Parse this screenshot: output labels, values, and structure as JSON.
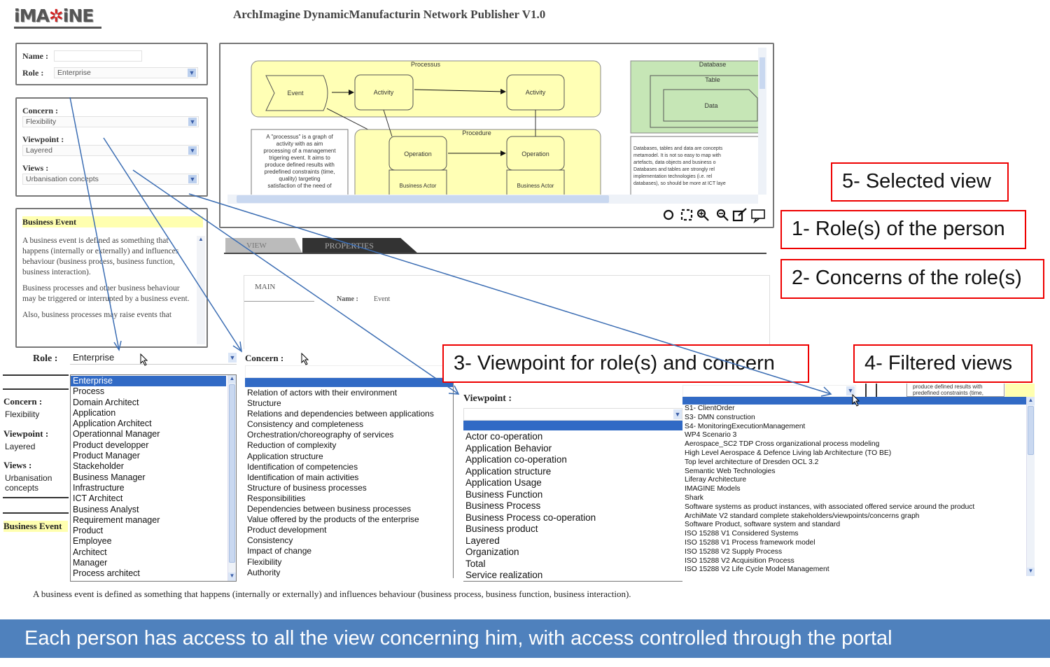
{
  "header": {
    "logo_text": "iMAGiNE",
    "logo_subtitle": "Innovative end-to-end Management of Dynamic Manufacturing Networks",
    "title": "ArchImagine DynamicManufacturin Network Publisher V1.0"
  },
  "identity_panel": {
    "name_label": "Name :",
    "name_value": "",
    "role_label": "Role :",
    "role_value": "Enterprise"
  },
  "filter_panel": {
    "concern_label": "Concern :",
    "concern_value": "Flexibility",
    "viewpoint_label": "Viewpoint :",
    "viewpoint_value": "Layered",
    "views_label": "Views :",
    "views_value": "Urbanisation concepts"
  },
  "description": {
    "title": "Business Event",
    "paragraphs": [
      "A business event is defined as something that happens (internally or externally) and influences behaviour (business process, business function, business interaction).",
      "Business processes and other business behaviour may be triggered or interrupted by a business event.",
      "Also, business processes may raise events that"
    ]
  },
  "diagram": {
    "processus": "Processus",
    "procedure": "Procedure",
    "event": "Event",
    "activity": "Activity",
    "operation": "Operation",
    "business_actor": "Business Actor",
    "database": "Database",
    "table": "Table",
    "data": "Data",
    "processus_note": [
      "A \"processus\" is a graph of",
      "activity with as aim",
      "processing of a management",
      "trigering event. It aims to",
      "produce defined results with",
      "predefined constraints (time,",
      "quality) targeting",
      "satisfaction of the need of"
    ],
    "database_note": [
      "Databases, tables and data are concepts",
      "metamodel. It is not so easy to map with",
      "artefacts, data objects and business o",
      "Databases and tables are strongly rel",
      "implementation technologies (i.e. rel",
      "databases), so should be more at ICT laye"
    ]
  },
  "toolbar": {
    "icons": [
      "refresh-icon",
      "fit-icon",
      "zoom-in-icon",
      "zoom-out-icon",
      "open-external-icon",
      "comment-icon"
    ]
  },
  "tabs": [
    "VIEW",
    "PROPERTIES"
  ],
  "properties": {
    "section": "MAIN",
    "name_label": "Name :",
    "name_value": "Event"
  },
  "callouts": [
    "1- Role(s) of the person",
    "2- Concerns of the role(s)",
    "3- Viewpoint for role(s) and concern",
    "4- Filtered views",
    "5- Selected view"
  ],
  "dropdowns": {
    "role": {
      "label": "Role :",
      "value": "Enterprise",
      "selected": "Enterprise",
      "options": [
        "Enterprise",
        "Process",
        "Domain Architect",
        "Application",
        "Application Architect",
        "Operationnal Manager",
        "Product developper",
        "Product Manager",
        "Stackeholder",
        "Business Manager",
        "Infrastructure",
        "ICT Architect",
        "Business Analyst",
        "Requirement manager",
        "Product",
        "Employee",
        "Architect",
        "Manager",
        "Process architect"
      ]
    },
    "concern": {
      "label": "Concern :",
      "options": [
        "Relation of actors with their environment",
        "Structure",
        "Relations and dependencies between applications",
        "Consistency and completeness",
        "Orchestration/choreography of services",
        "Reduction of complexity",
        "Application structure",
        "Identification of competencies",
        "Identification of main activities",
        "Structure of business processes",
        "Responsibilities",
        "Dependencies between business processes",
        "Value offered by the products of the enterprise",
        "Product development",
        "Consistency",
        "Impact of change",
        "Flexibility",
        "Authority"
      ]
    },
    "viewpoint": {
      "label": "Viewpoint :",
      "options": [
        "Actor co-operation",
        "Application Behavior",
        "Application co-operation",
        "Application structure",
        "Application Usage",
        "Business Function",
        "Business Process",
        "Business Process co-operation",
        "Business product",
        "Layered",
        "Organization",
        "Total",
        "Service realization"
      ]
    },
    "views": {
      "options": [
        "S1- ClientOrder",
        "S3- DMN construction",
        "S4- MonitoringExecutionManagement",
        "WP4 Scenario 3",
        "Aerospace_SC2 TDP Cross organizational process modeling",
        "High Level Aerospace & Defence Living lab Architecture (TO BE)",
        "Top level architecture of Dresden OCL 3.2",
        "Semantic Web Technologies",
        "Liferay Architecture",
        "IMAGINE Models",
        "Shark",
        "Software systems as product instances, with associated offered service around the product",
        "ArchiMate V2 standard complete stakeholders/viewpoints/concerns graph",
        "Software Product, software system and standard",
        "ISO 15288 V1 Considered Systems",
        "ISO 15288 V1 Process framework model",
        "ISO 15288 V2 Supply Process",
        "ISO 15288 V2 Acquisition Process",
        "ISO 15288 V2 Life Cycle Model Management"
      ],
      "behind_text": [
        "produce defined results with",
        "predefined constraints (time,"
      ]
    }
  },
  "footer": "Each person has access to all the view concerning him, with access controlled through the portal",
  "colors": {
    "accent": "#4f81bd",
    "selection": "#316ac5",
    "callout_border": "#ee0000",
    "arrow": "#3b6db3",
    "diagram_yellow": "#ffffb5",
    "diagram_green": "#c6e6b6"
  }
}
